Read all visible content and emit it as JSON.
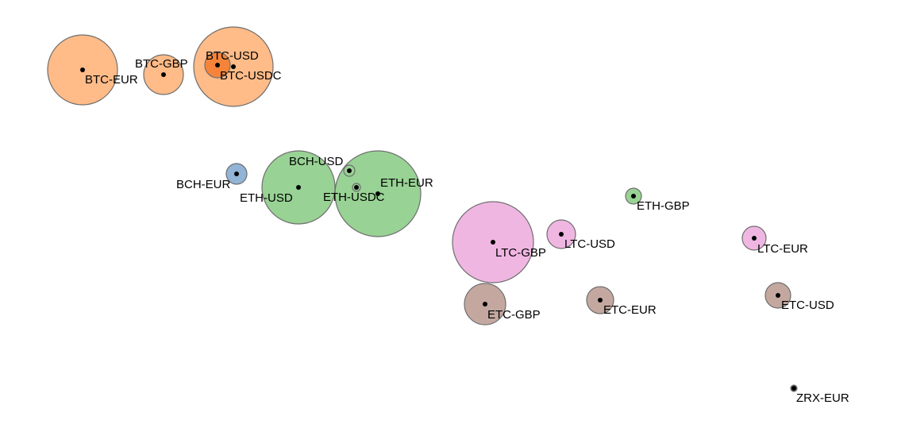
{
  "chart_data": {
    "type": "scatter",
    "title": "",
    "xlabel": "",
    "ylabel": "",
    "grid": false,
    "legend": "none",
    "colors": {
      "BTC": "#ffbb88",
      "BTC-dark": "#f5843a",
      "BCH": "#92b4d6",
      "ETH": "#98d294",
      "LTC": "#f0b6e2",
      "ETC": "#c4a8a0",
      "ZRX": "#777777"
    },
    "points": [
      {
        "name": "BTC-EUR",
        "group": "BTC",
        "size": 88
      },
      {
        "name": "BTC-GBP",
        "group": "BTC",
        "size": 26
      },
      {
        "name": "BTC-USD",
        "group": "BTC-dark",
        "size": 17
      },
      {
        "name": "BTC-USDC",
        "group": "BTC",
        "size": 100
      },
      {
        "name": "BCH-EUR",
        "group": "BCH",
        "size": 13
      },
      {
        "name": "BCH-USD",
        "group": "ETH",
        "size": 7
      },
      {
        "name": "ETH-USD",
        "group": "ETH",
        "size": 91
      },
      {
        "name": "ETH-USDC",
        "group": "ETH",
        "size": 5
      },
      {
        "name": "ETH-EUR",
        "group": "ETH",
        "size": 108
      },
      {
        "name": "ETH-GBP",
        "group": "ETH",
        "size": 10
      },
      {
        "name": "LTC-GBP",
        "group": "LTC",
        "size": 101
      },
      {
        "name": "LTC-USD",
        "group": "LTC",
        "size": 17
      },
      {
        "name": "LTC-EUR",
        "group": "LTC",
        "size": 15
      },
      {
        "name": "ETC-GBP",
        "group": "ETC",
        "size": 26
      },
      {
        "name": "ETC-EUR",
        "group": "ETC",
        "size": 17
      },
      {
        "name": "ETC-USD",
        "group": "ETC",
        "size": 16
      },
      {
        "name": "ZRX-EUR",
        "group": "ZRX",
        "size": 4
      }
    ]
  }
}
